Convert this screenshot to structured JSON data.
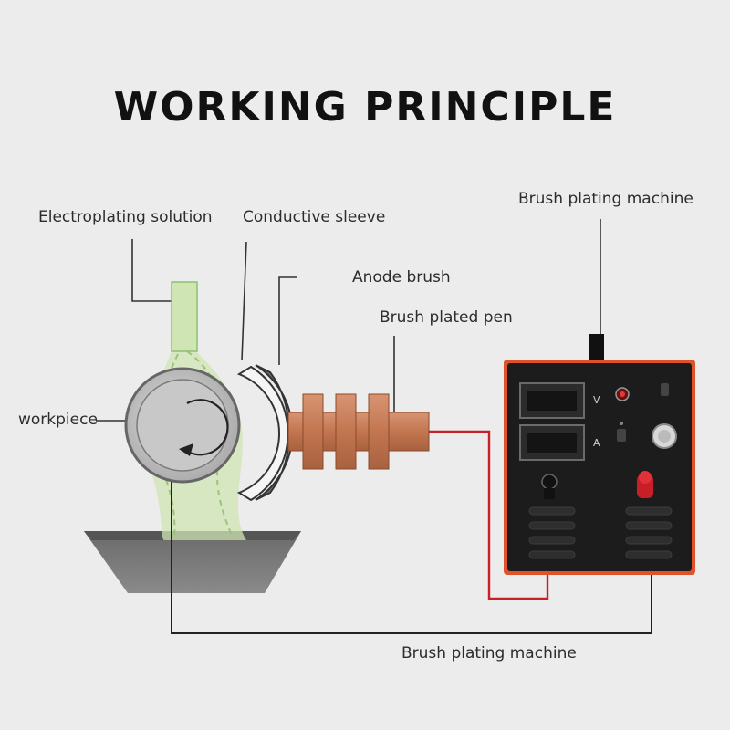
{
  "title": "WORKING PRINCIPLE",
  "labels": {
    "electroplating_solution": "Electroplating solution",
    "conductive_sleeve": "Conductive sleeve",
    "anode_brush": "Anode brush",
    "brush_plated_pen": "Brush plated pen",
    "workpiece": "workpiece",
    "machine_top": "Brush plating machine",
    "machine_bottom": "Brush plating machine"
  },
  "machine": {
    "meter_v_unit": "V",
    "meter_a_unit": "A"
  },
  "colors": {
    "background": "#ececec",
    "machine_body": "#1c1c1c",
    "machine_border": "#e0532a",
    "copper": "#c8805a",
    "solution_green": "#cfe6b4",
    "wire_red": "#c8202a",
    "wire_black": "#222222"
  }
}
